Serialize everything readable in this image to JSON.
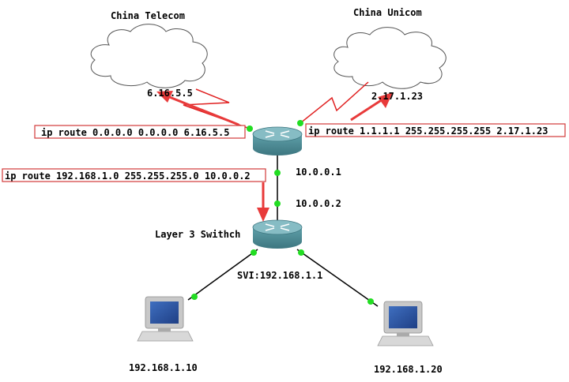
{
  "isps": {
    "telecom": {
      "title": "China Telecom",
      "ip": "6.16.5.5"
    },
    "unicom": {
      "title": "China Unicom",
      "ip": "2.17.1.23"
    }
  },
  "routes": {
    "telecom_default": "ip route 0.0.0.0 0.0.0.0 6.16.5.5",
    "unicom_host": "ip route 1.1.1.1 255.255.255.255 2.17.1.23",
    "to_lan": "ip route 192.168.1.0 255.255.255.0 10.0.0.2"
  },
  "links": {
    "router_ip": "10.0.0.1",
    "switch_ip": "10.0.0.2"
  },
  "switch": {
    "title": "Layer 3 Swithch",
    "svi": "SVI:192.168.1.1"
  },
  "hosts": {
    "pc1": {
      "ip": "192.168.1.10"
    },
    "pc2": {
      "ip": "192.168.1.20"
    }
  },
  "colors": {
    "link_line": "#000000",
    "port_dot": "#22dd22",
    "wan_link": "#e02020",
    "arrow": "#e83a3a",
    "route_border": "#d23a3a",
    "router_body": "#4f8f98",
    "router_top": "#86bcc4"
  }
}
